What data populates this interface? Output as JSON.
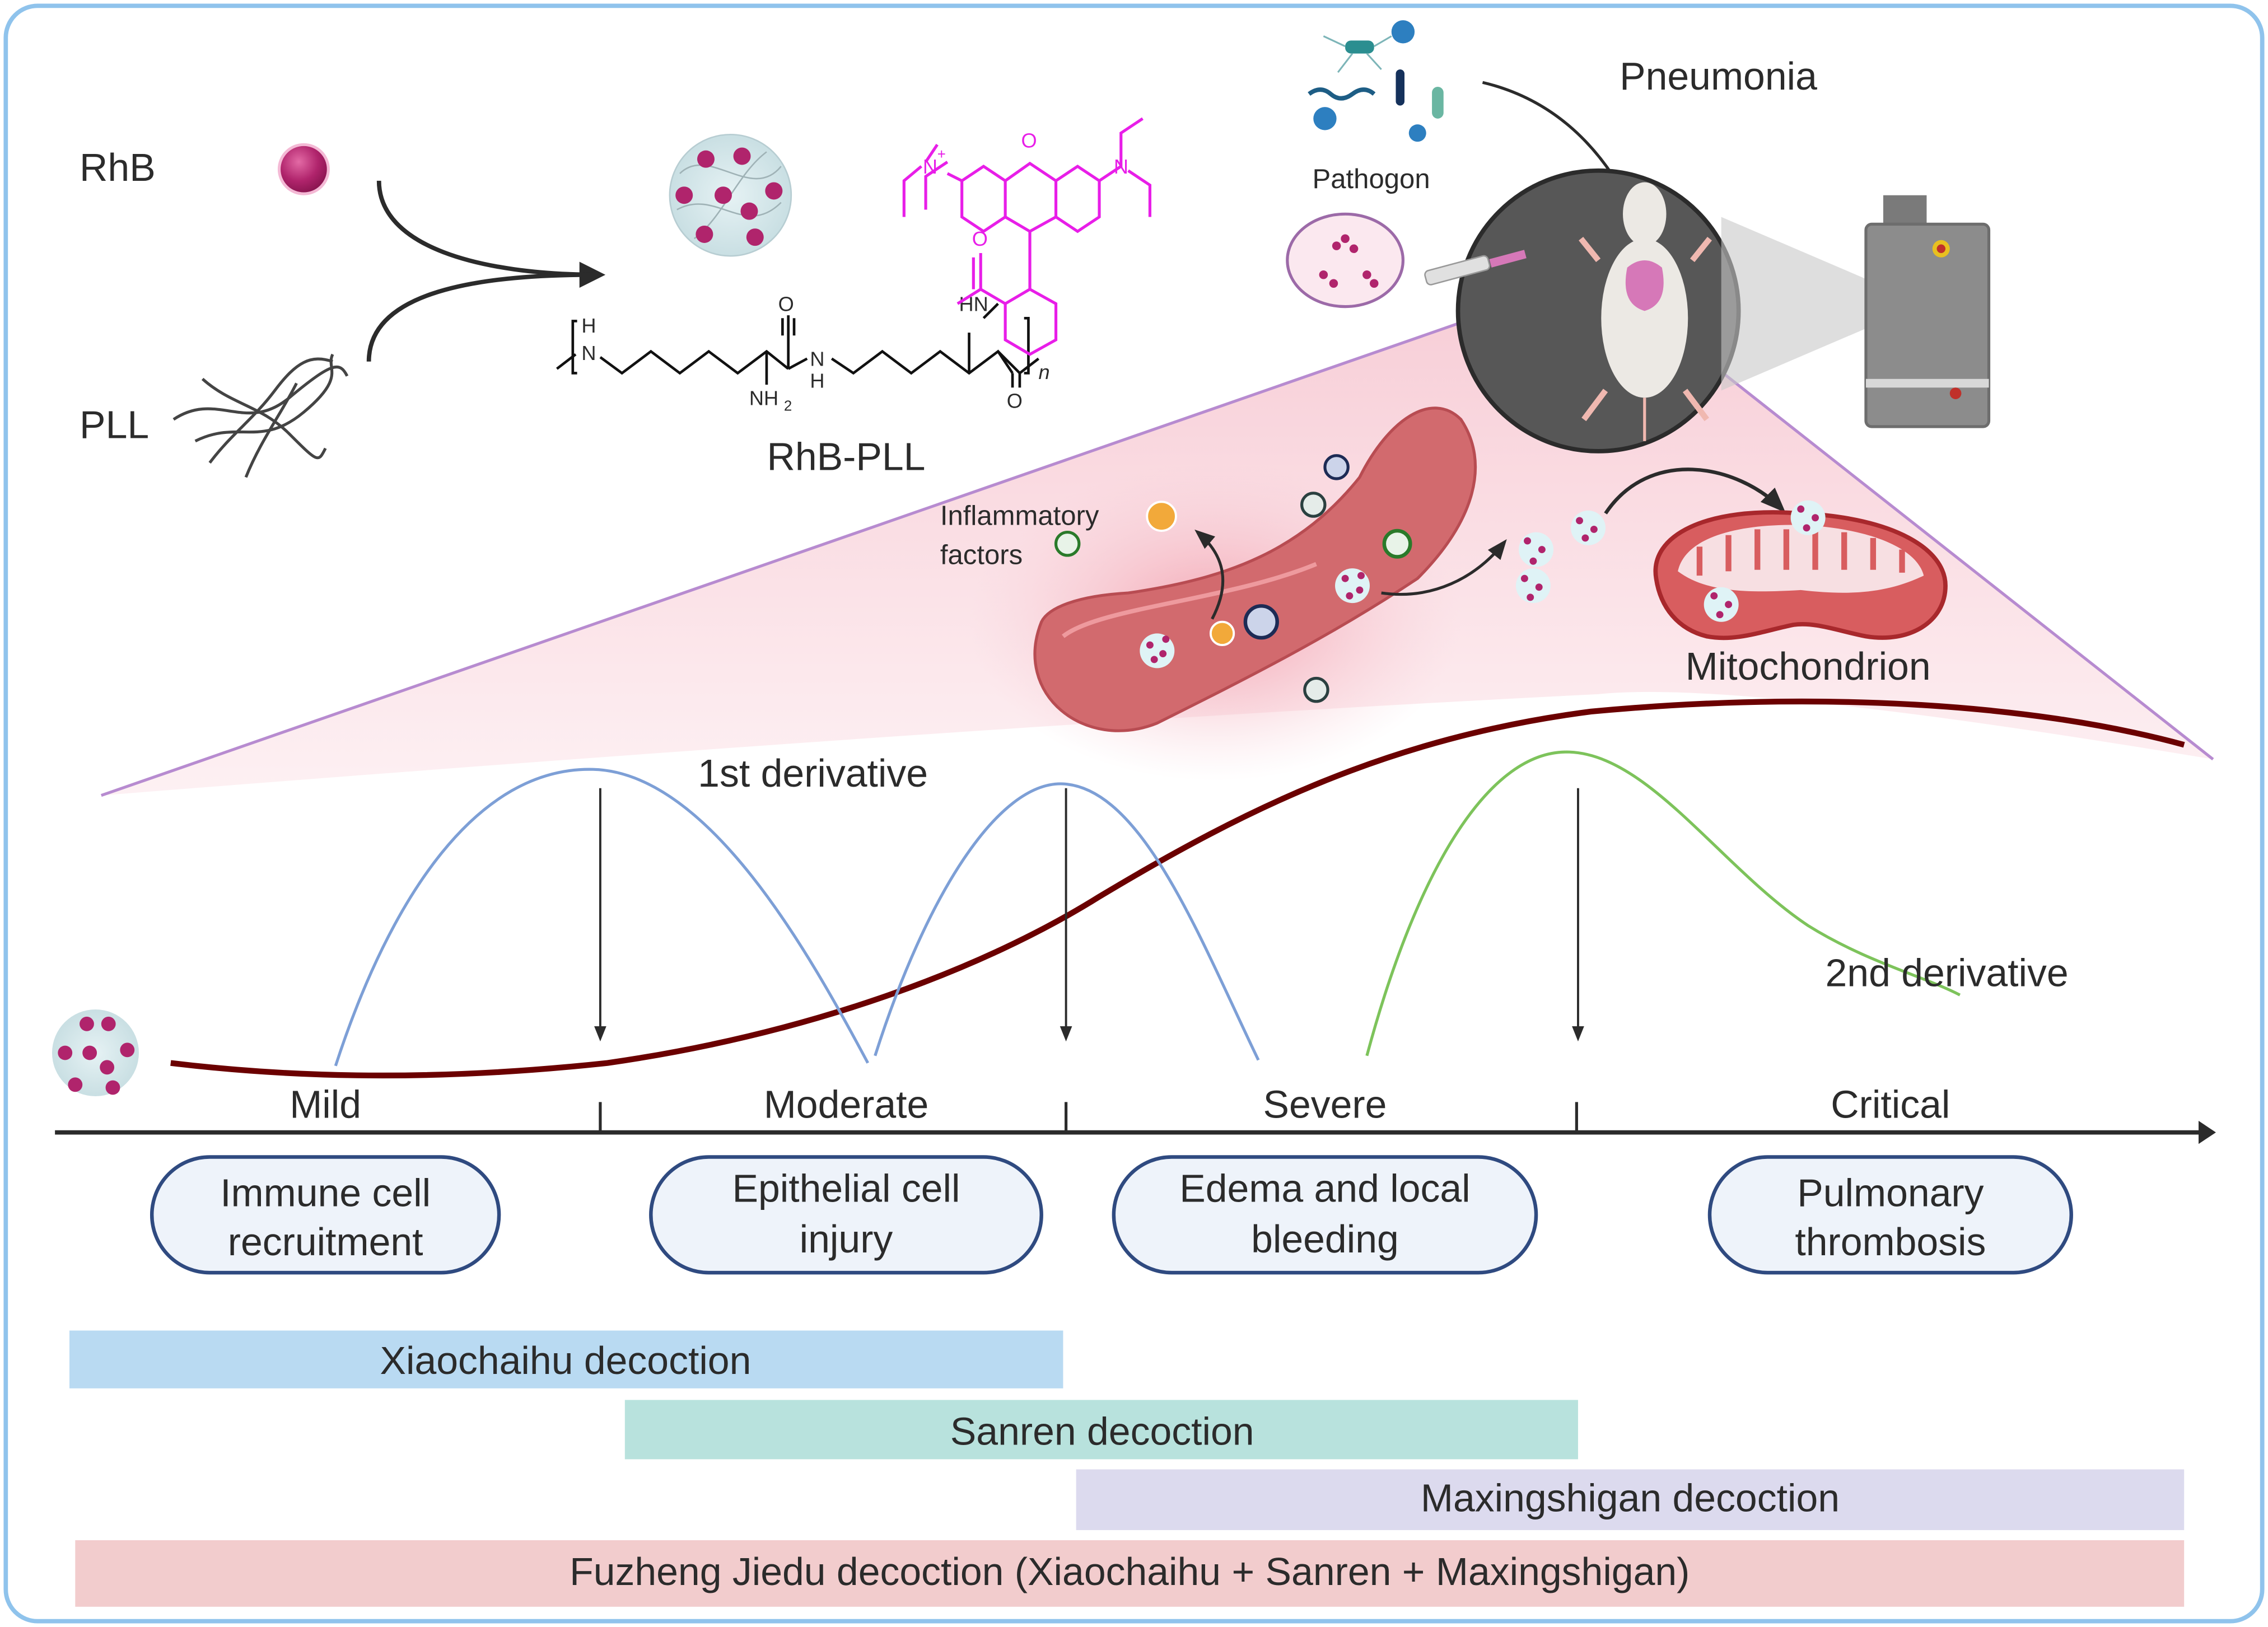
{
  "figure": {
    "synthesis": {
      "reactant_1": "RhB",
      "reactant_2": "PLL",
      "product": "RhB-PLL",
      "chem_labels": {
        "n_plus": "N",
        "plus": "+",
        "o_ring": "O",
        "n_right": "N",
        "o_carbonyl_top": "O",
        "hn_amide": "HN",
        "h_left": "H",
        "n_left": "N",
        "o_backbone": "O",
        "nh2": "NH",
        "nh2_sub": "2",
        "n_mid": "N",
        "h_mid": "H",
        "o_bottom": "O",
        "repeat_n": "n"
      }
    },
    "model": {
      "pathogen_label": "Pathogon",
      "disease_label": "Pneumonia"
    },
    "mechanism": {
      "inflammatory_label_line1": "Inflammatory",
      "inflammatory_label_line2": "factors",
      "mitochondrion_label": "Mitochondrion"
    },
    "curves": {
      "first_derivative_label": "1st derivative",
      "second_derivative_label": "2nd derivative",
      "colors": {
        "signal_curve": "#6b0000",
        "first_derivative": "#7d9fd6",
        "second_derivative": "#7dc35b"
      }
    },
    "timeline": {
      "stages": [
        {
          "label": "Mild",
          "event_line1": "Immune cell",
          "event_line2": "recruitment"
        },
        {
          "label": "Moderate",
          "event_line1": "Epithelial cell",
          "event_line2": "injury"
        },
        {
          "label": "Severe",
          "event_line1": "Edema and local",
          "event_line2": "bleeding"
        },
        {
          "label": "Critical",
          "event_line1": "Pulmonary",
          "event_line2": "thrombosis"
        }
      ]
    },
    "treatments": [
      {
        "label": "Xiaochaihu decoction",
        "color": "#b9daf2",
        "stages": [
          "Mild",
          "Moderate"
        ]
      },
      {
        "label": "Sanren decoction",
        "color": "#b8e2dd",
        "stages": [
          "Moderate",
          "Severe"
        ]
      },
      {
        "label": "Maxingshigan decoction",
        "color": "#dcdaee",
        "stages": [
          "Severe",
          "Critical"
        ]
      },
      {
        "label": "Fuzheng Jiedu decoction (Xiaochaihu + Sanren + Maxingshigan)",
        "color": "#f2cccd",
        "stages": [
          "Mild",
          "Moderate",
          "Severe",
          "Critical"
        ]
      }
    ],
    "colors": {
      "frame": "#8fc3ec",
      "rhb_magenta": "#e81ee8",
      "dye_dot": "#b0246c",
      "box_border": "#2f4a80",
      "box_fill": "#eef3fa",
      "wedge": "#f7cdd6",
      "wedge_edge": "#b78bd0"
    }
  }
}
